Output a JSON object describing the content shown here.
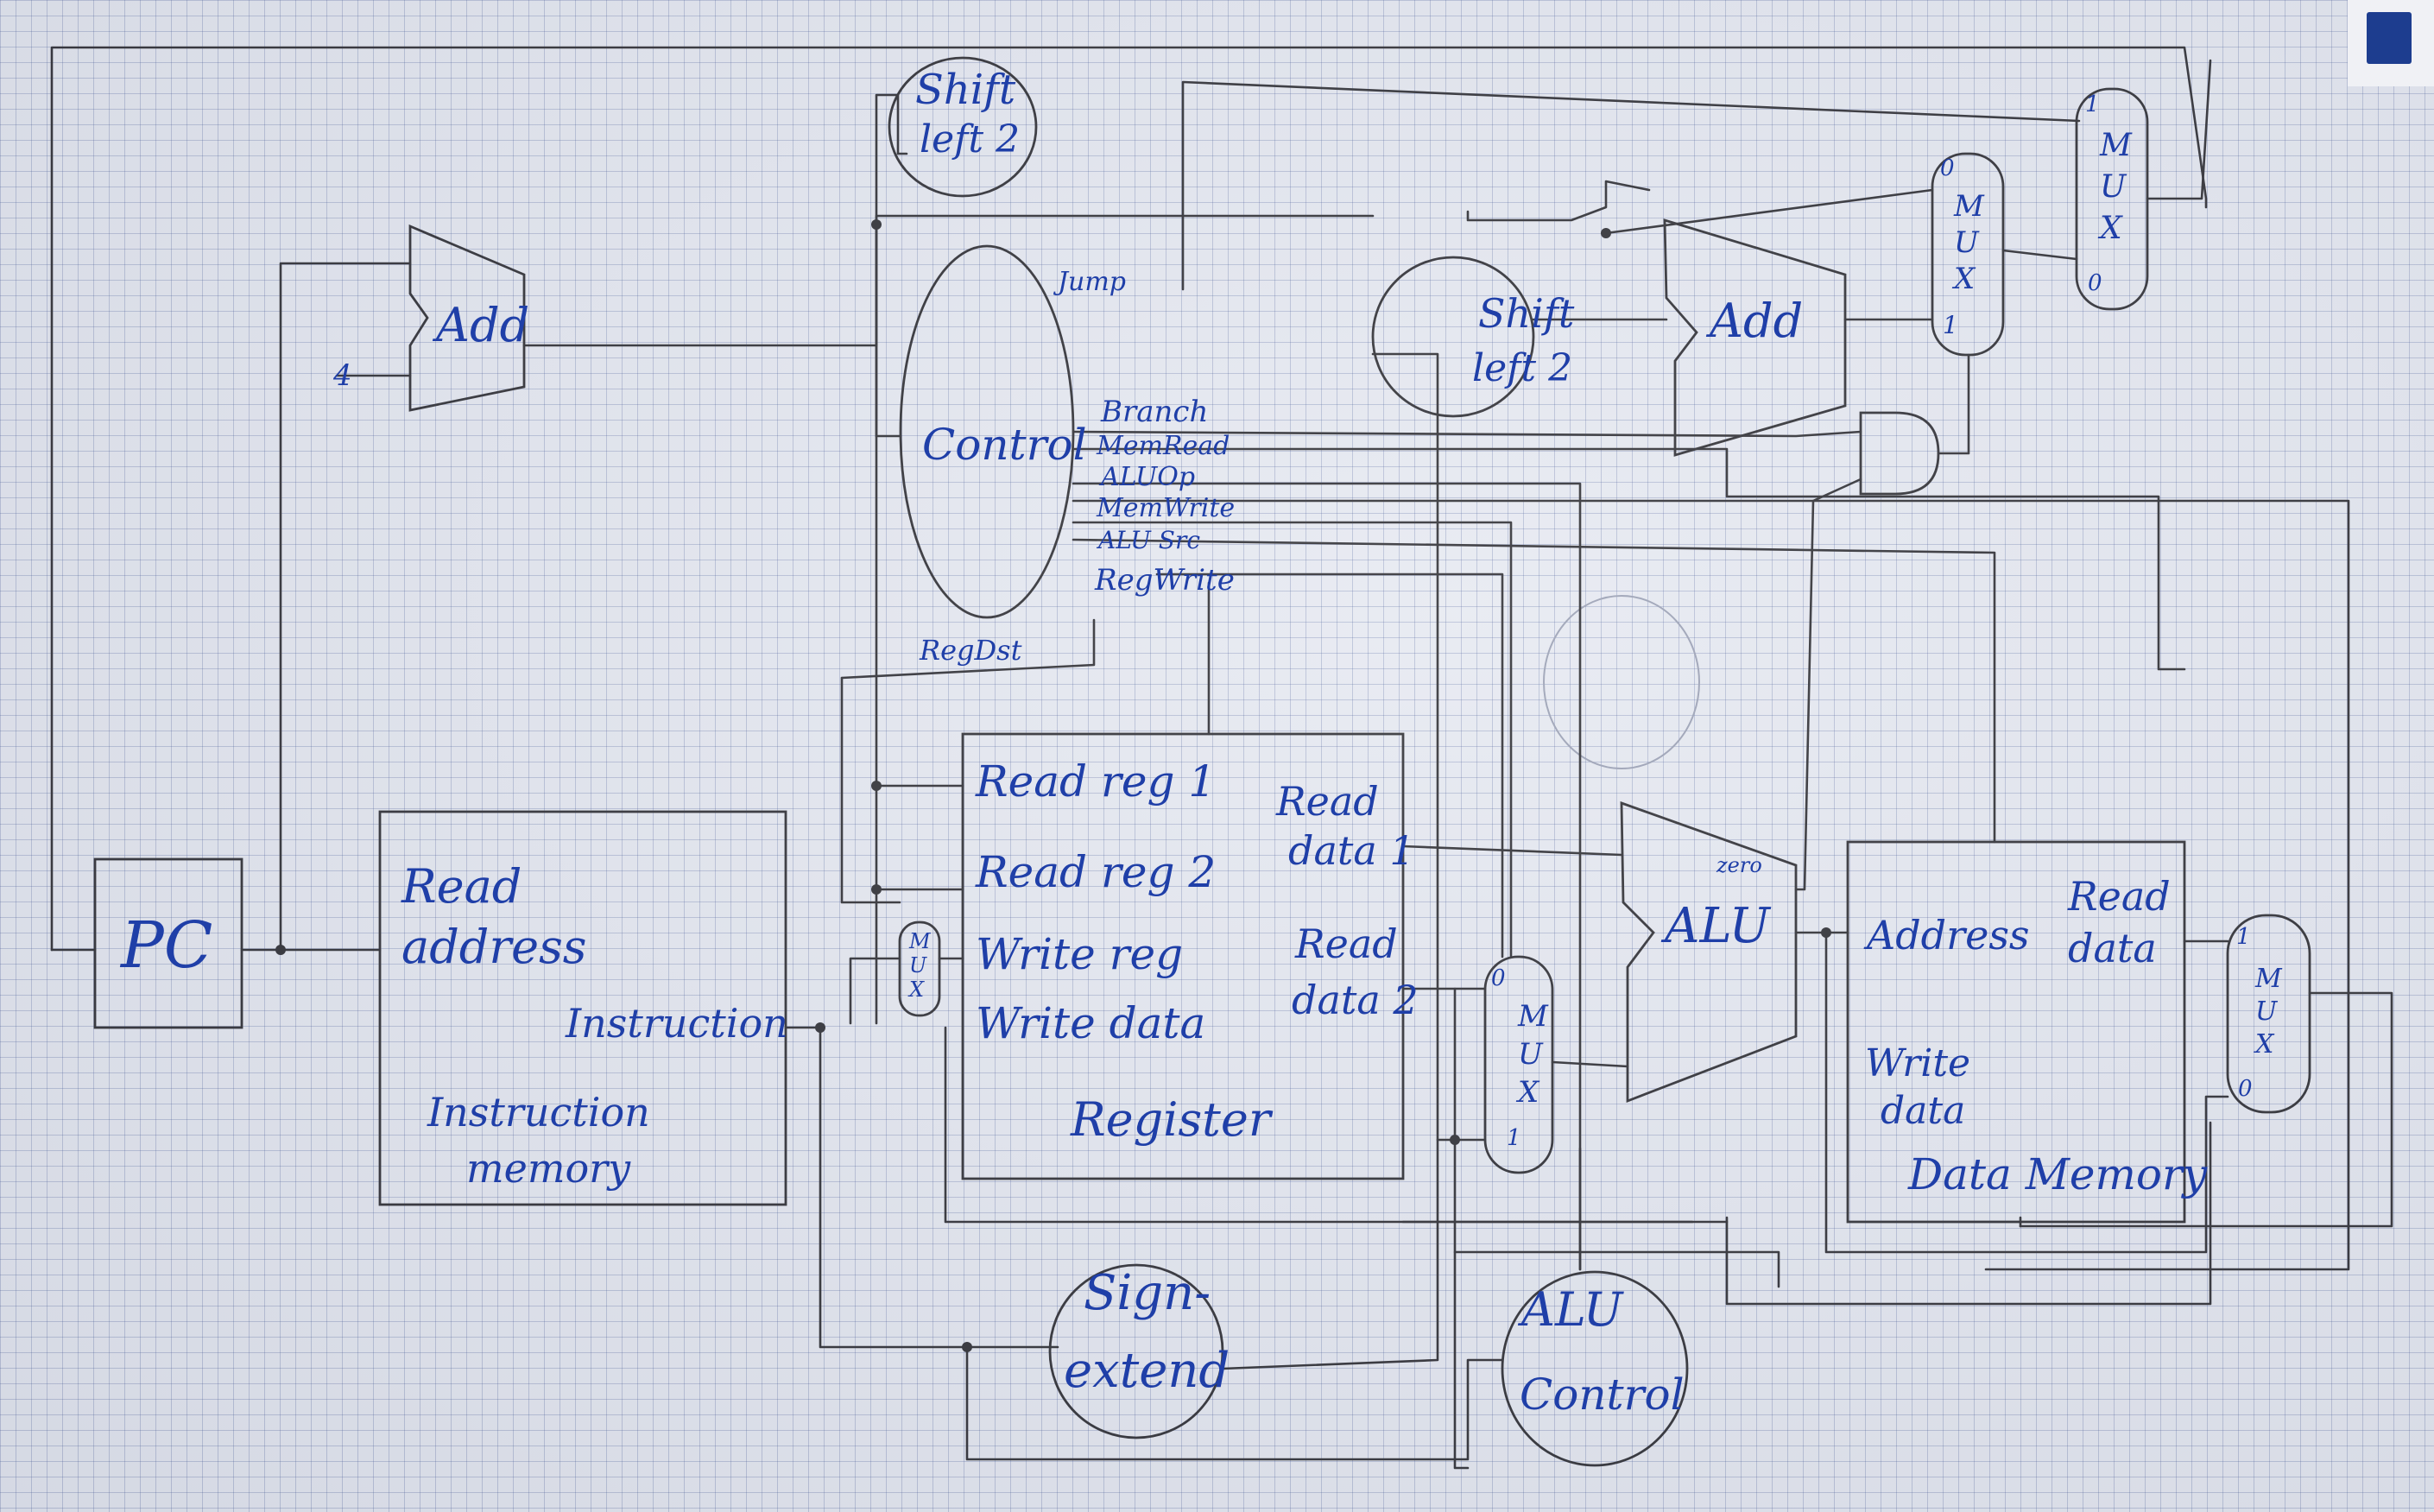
{
  "labels": {
    "pc": "PC",
    "add_pc": "Add",
    "four": "4",
    "shift_top_1": "Shift",
    "shift_top_2": "left 2",
    "jump": "Jump",
    "control": "Control",
    "branch": "Branch",
    "memread": "MemRead",
    "aluop": "ALUOp",
    "memwrite": "MemWrite",
    "alusrc": "ALU Src",
    "regwrite": "RegWrite",
    "regdst": "RegDst",
    "read_address_1": "Read",
    "read_address_2": "address",
    "instruction": "Instruction",
    "imem_1": "Instruction",
    "imem_2": "memory",
    "mux_reg": "MUX",
    "read_reg_1": "Read reg 1",
    "read_reg_2": "Read reg 2",
    "write_reg": "Write reg",
    "write_data_reg": "Write data",
    "read_data1_1": "Read",
    "read_data1_2": "data 1",
    "read_data2_1": "Read",
    "read_data2_2": "data 2",
    "register": "Register",
    "sign_1": "Sign-",
    "sign_2": "extend",
    "shift_mid_1": "Shift",
    "shift_mid_2": "left 2",
    "add_branch": "Add",
    "mux_branch": "MUX",
    "mux_branch_0": "0",
    "mux_branch_1": "1",
    "mux_jump": "MUX",
    "mux_jump_1": "1",
    "mux_jump_0": "0",
    "mux_alu": "MUX",
    "mux_alu_0": "0",
    "mux_alu_1": "1",
    "alu": "ALU",
    "zero": "zero",
    "alu_control_1": "ALU",
    "alu_control_2": "Control",
    "address": "Address",
    "dm_read_1": "Read",
    "dm_read_2": "data",
    "dm_write_1": "Write",
    "dm_write_2": "data",
    "data_memory": "Data Memory",
    "mux_mem": "MUX",
    "mux_mem_1": "1",
    "mux_mem_0": "0"
  },
  "colors": {
    "ink": "#1f3fa8",
    "pencil": "#2e2e33",
    "grid": "#465a96"
  },
  "icons": {
    "corner": "corner-logo-icon"
  }
}
